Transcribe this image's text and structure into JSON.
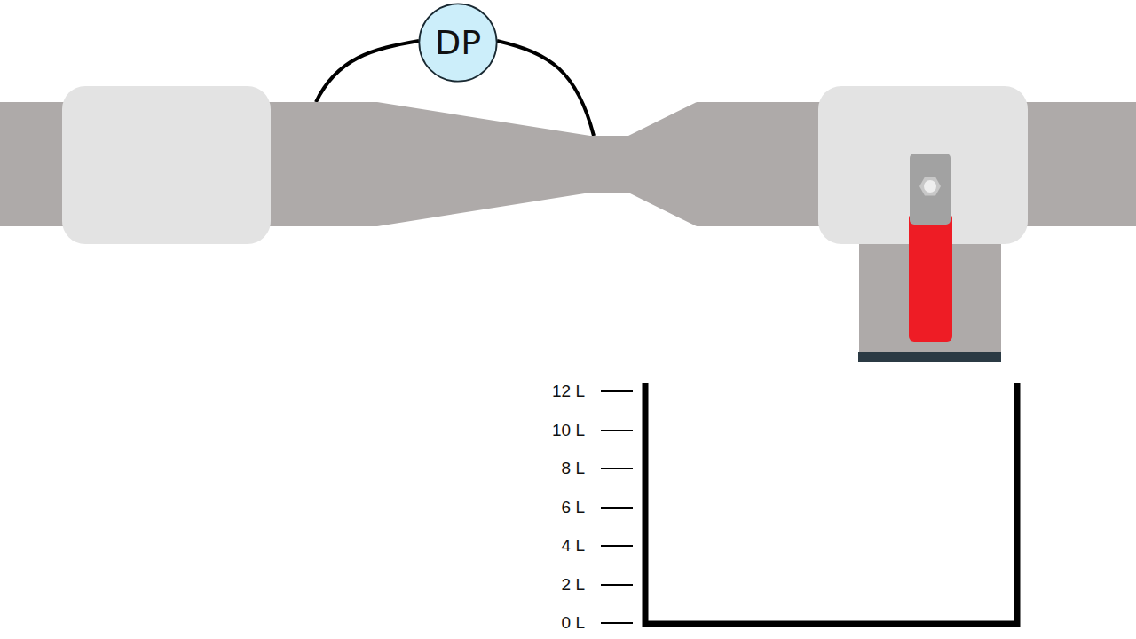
{
  "diagram": {
    "nodes": [
      {
        "text": [
          "DP"
        ]
      }
    ],
    "labels": [
      "12 L",
      "10 L",
      "8 L",
      "6 L",
      "4 L",
      "2 L",
      "0 L"
    ]
  }
}
